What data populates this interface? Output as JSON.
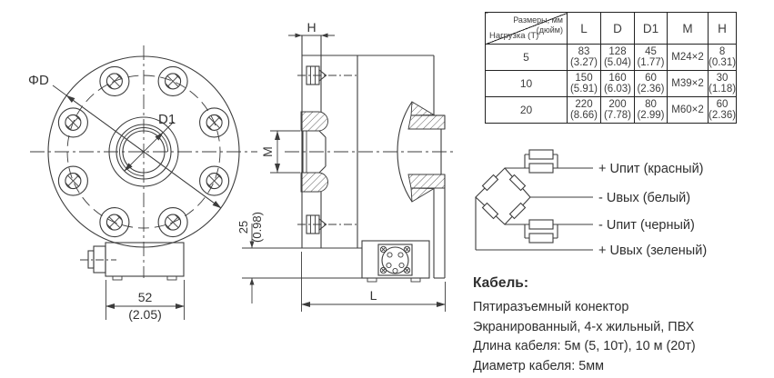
{
  "drawing": {
    "front_view": {
      "label_outer_d": "ΦD",
      "label_d1": "D1",
      "dim52_mm": "52",
      "dim52_in": "(2.05)"
    },
    "side_view": {
      "label_h": "H",
      "label_m": "M",
      "label_l": "L",
      "dim25_mm": "25",
      "dim25_in": "(0.98)"
    }
  },
  "spec_table": {
    "corner": {
      "line1": "Размеры, мм",
      "line2": "(дюйм)",
      "line3": "Нагрузка (Т)"
    },
    "columns": [
      "L",
      "D",
      "D1",
      "M",
      "H"
    ],
    "rows": [
      {
        "load": "5",
        "l_mm": "83",
        "l_in": "(3.27)",
        "d_mm": "128",
        "d_in": "(5.04)",
        "d1_mm": "45",
        "d1_in": "(1.77)",
        "m": "M24×2",
        "h_mm": "8",
        "h_in": "(0.31)"
      },
      {
        "load": "10",
        "l_mm": "150",
        "l_in": "(5.91)",
        "d_mm": "160",
        "d_in": "(6.03)",
        "d1_mm": "60",
        "d1_in": "(2.36)",
        "m": "M39×2",
        "h_mm": "30",
        "h_in": "(1.18)"
      },
      {
        "load": "20",
        "l_mm": "220",
        "l_in": "(8.66)",
        "d_mm": "200",
        "d_in": "(7.78)",
        "d1_mm": "80",
        "d1_in": "(2.99)",
        "m": "M60×2",
        "h_mm": "60",
        "h_in": "(2.36)"
      }
    ]
  },
  "wiring": {
    "labels": [
      "+ Uпит (красный)",
      "- Uвых (белый)",
      "- Uпит (черный)",
      "+ Uвых (зеленый)"
    ]
  },
  "cable": {
    "title": "Кабель:",
    "lines": [
      "Пятиразъемный конектор",
      "Экранированный, 4-х жильный, ПВХ",
      "Длина кабеля: 5м (5, 10т), 10 м (20т)",
      "Диаметр кабеля: 5мм"
    ]
  }
}
